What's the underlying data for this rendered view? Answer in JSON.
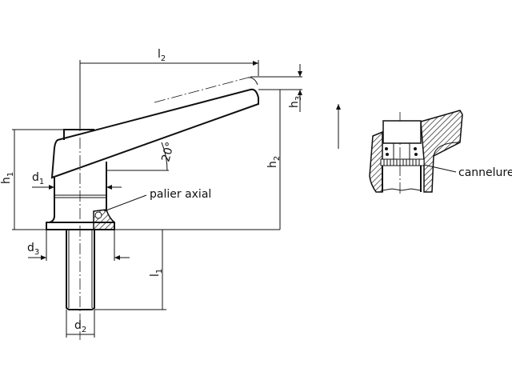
{
  "labels": {
    "l2": {
      "main": "l",
      "sub": "2"
    },
    "h3": {
      "main": "h",
      "sub": "3"
    },
    "h2": {
      "main": "h",
      "sub": "2"
    },
    "h1": {
      "main": "h",
      "sub": "1"
    },
    "d1": {
      "main": "d",
      "sub": "1"
    },
    "d3": {
      "main": "d",
      "sub": "3"
    },
    "l1": {
      "main": "l",
      "sub": "1"
    },
    "d2": {
      "main": "d",
      "sub": "2"
    },
    "angle": "20°",
    "bearing": "palier axial",
    "spline": "cannelure"
  },
  "colors": {
    "line": "#111111",
    "background": "#ffffff"
  }
}
